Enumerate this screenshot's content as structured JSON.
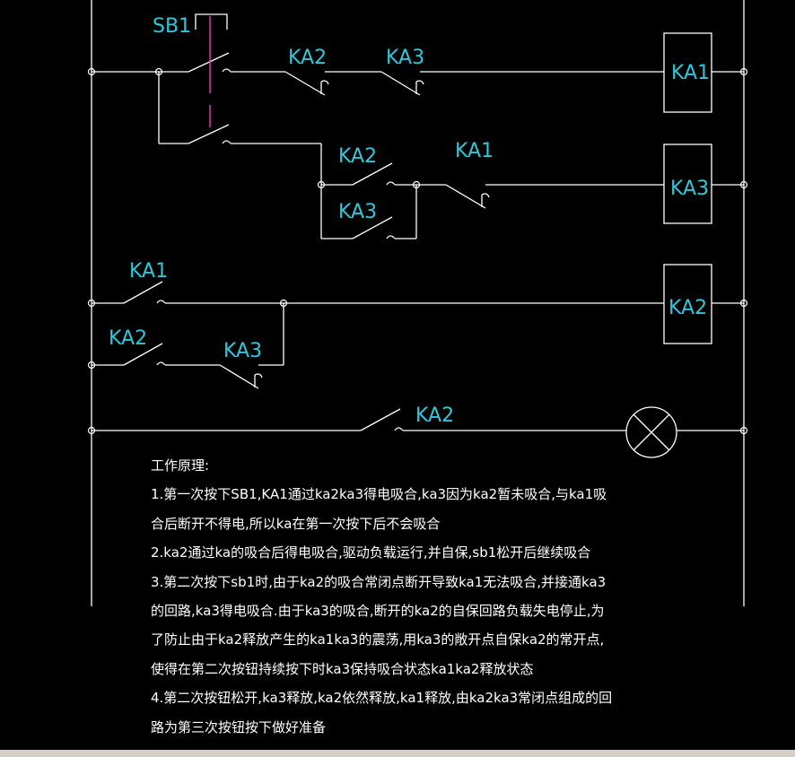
{
  "labels": {
    "sb1": "SB1",
    "r1_ka2": "KA2",
    "r1_ka3": "KA3",
    "r1_coil": "KA1",
    "r2_ka2": "KA2",
    "r2_ka3": "KA3",
    "r2_ka1": "KA1",
    "r2_coil": "KA3",
    "r3_ka1": "KA1",
    "r3_ka2": "KA2",
    "r3_ka3": "KA3",
    "r3_coil": "KA2",
    "r4_ka2": "KA2"
  },
  "notes": {
    "title": "工作原理:",
    "lines": [
      "1.第一次按下SB1,KA1通过ka2ka3得电吸合,ka3因为ka2暂未吸合,与ka1吸",
      "合后断开不得电,所以ka在第一次按下后不会吸合",
      "2.ka2通过ka的吸合后得电吸合,驱动负载运行,并自保,sb1松开后继续吸合",
      "3.第二次按下sb1时,由于ka2的吸合常闭点断开导致ka1无法吸合,并接通ka3",
      "的回路,ka3得电吸合.由于ka3的吸合,断开的ka2的自保回路负载失电停止,为",
      "了防止由于ka2释放产生的ka1ka3的震荡,用ka3的敞开点自保ka2的常开点,",
      "使得在第二次按钮持续按下时ka3保持吸合状态ka1ka2释放状态",
      "4.第二次按钮松开,ka3释放,ka2依然释放,ka1释放,由ka2ka3常闭点组成的回",
      "路为第三次按钮按下做好准备"
    ]
  }
}
